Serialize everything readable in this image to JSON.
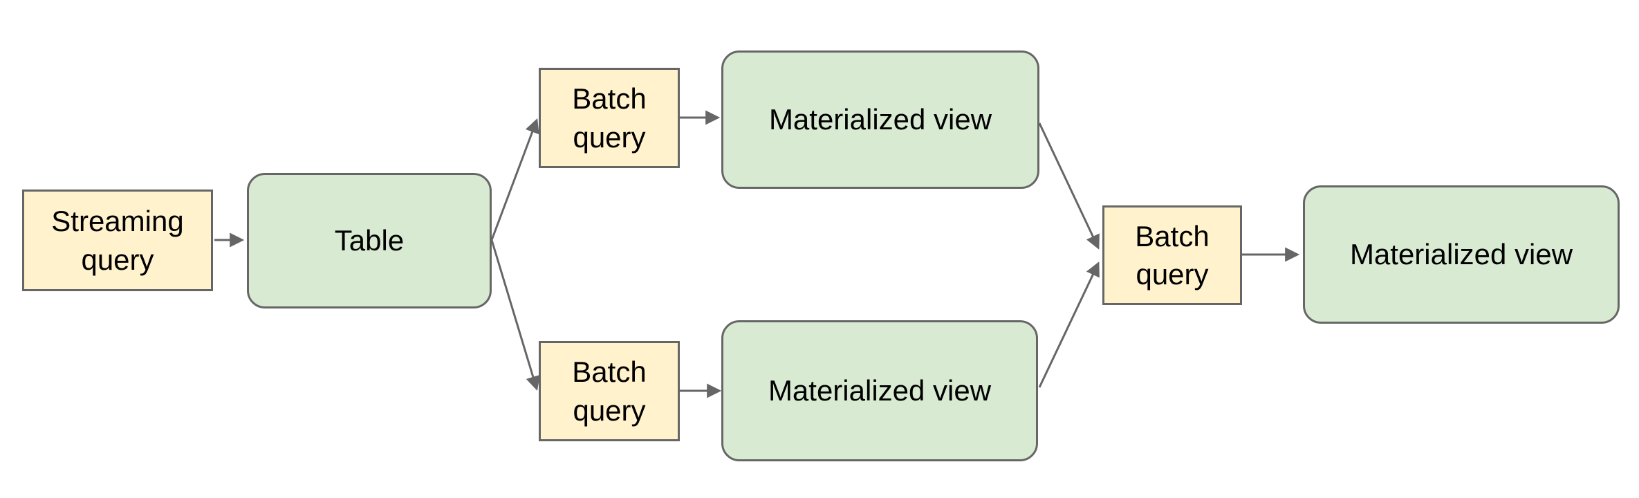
{
  "diagram": {
    "nodes": [
      {
        "id": "streaming-query",
        "label": "Streaming query",
        "shape": "rectangle",
        "fill": "yellow"
      },
      {
        "id": "table",
        "label": "Table",
        "shape": "rounded-rectangle",
        "fill": "green"
      },
      {
        "id": "batch-query-top",
        "label": "Batch query",
        "shape": "rectangle",
        "fill": "yellow"
      },
      {
        "id": "materialized-view-top",
        "label": "Materialized view",
        "shape": "rounded-rectangle",
        "fill": "green"
      },
      {
        "id": "batch-query-bottom",
        "label": "Batch query",
        "shape": "rectangle",
        "fill": "yellow"
      },
      {
        "id": "materialized-view-bottom",
        "label": "Materialized view",
        "shape": "rounded-rectangle",
        "fill": "green"
      },
      {
        "id": "batch-query-right",
        "label": "Batch query",
        "shape": "rectangle",
        "fill": "yellow"
      },
      {
        "id": "materialized-view-right",
        "label": "Materialized view",
        "shape": "rounded-rectangle",
        "fill": "green"
      }
    ],
    "edges": [
      {
        "from": "streaming-query",
        "to": "table"
      },
      {
        "from": "table",
        "to": "batch-query-top"
      },
      {
        "from": "table",
        "to": "batch-query-bottom"
      },
      {
        "from": "batch-query-top",
        "to": "materialized-view-top"
      },
      {
        "from": "batch-query-bottom",
        "to": "materialized-view-bottom"
      },
      {
        "from": "materialized-view-top",
        "to": "batch-query-right"
      },
      {
        "from": "materialized-view-bottom",
        "to": "batch-query-right"
      },
      {
        "from": "batch-query-right",
        "to": "materialized-view-right"
      }
    ]
  },
  "colors": {
    "yellow_fill": "#fff2cc",
    "green_fill": "#d9ead3",
    "node_border": "#666666",
    "arrow": "#666666",
    "text": "#000000",
    "background": "#ffffff"
  }
}
